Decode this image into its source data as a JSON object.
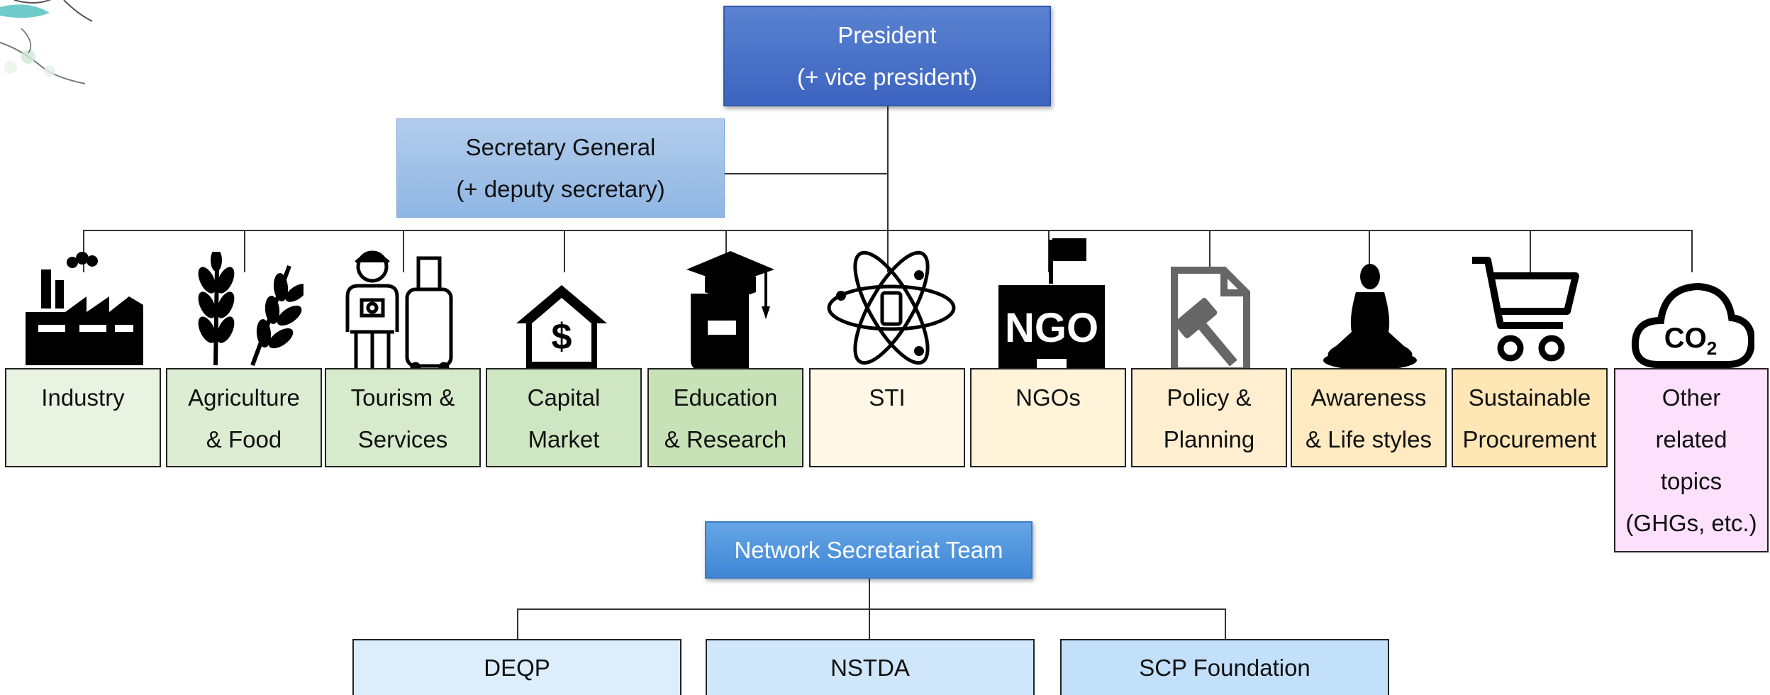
{
  "president": {
    "line1": "President",
    "line2": "(+ vice president)",
    "color": "#4a73c8"
  },
  "secretary_general": {
    "line1": "Secretary General",
    "line2": "(+ deputy secretary)",
    "color": "#a3c2ea"
  },
  "categories": [
    {
      "id": "industry",
      "lines": [
        "Industry"
      ],
      "color": "#e8f3e2",
      "icon": "factory-icon"
    },
    {
      "id": "agriculture",
      "lines": [
        "Agriculture",
        "& Food"
      ],
      "color": "#dcedd4",
      "icon": "wheat-icon"
    },
    {
      "id": "tourism",
      "lines": [
        "Tourism &",
        "Services"
      ],
      "color": "#d5ebcb",
      "icon": "tourist-luggage-icon"
    },
    {
      "id": "capital",
      "lines": [
        "Capital",
        "Market"
      ],
      "color": "#cfe6c2",
      "icon": "house-dollar-icon"
    },
    {
      "id": "education",
      "lines": [
        "Education",
        "& Research"
      ],
      "color": "#c8e2b8",
      "icon": "graduation-book-icon"
    },
    {
      "id": "sti",
      "lines": [
        "STI"
      ],
      "color": "#fff8e6",
      "icon": "atom-icon"
    },
    {
      "id": "ngos",
      "lines": [
        "NGOs"
      ],
      "color": "#fff3d9",
      "icon": "ngo-building-icon"
    },
    {
      "id": "policy",
      "lines": [
        "Policy &",
        "Planning"
      ],
      "color": "#ffefd0",
      "icon": "document-gavel-icon"
    },
    {
      "id": "awareness",
      "lines": [
        "Awareness",
        "& Life styles"
      ],
      "color": "#ffeac2",
      "icon": "meditation-icon"
    },
    {
      "id": "procurement",
      "lines": [
        "Sustainable",
        "Procurement"
      ],
      "color": "#ffe6b5",
      "icon": "shopping-cart-icon"
    },
    {
      "id": "other",
      "lines": [
        "Other",
        "related",
        "topics",
        "(GHGs, etc.)"
      ],
      "color": "#fde0fb",
      "icon": "co2-cloud-icon"
    }
  ],
  "network": {
    "label": "Network Secretariat Team",
    "color": "#4f93dc"
  },
  "secretariat_members": [
    {
      "label": "DEQP",
      "color": "#dcedfc"
    },
    {
      "label": "NSTDA",
      "color": "#cfe6fb"
    },
    {
      "label": "SCP Foundation",
      "color": "#c2e0fa"
    }
  ],
  "icons": {
    "co2_label": "CO",
    "co2_sub": "2",
    "ngo_label": "NGO",
    "dollar": "$"
  }
}
